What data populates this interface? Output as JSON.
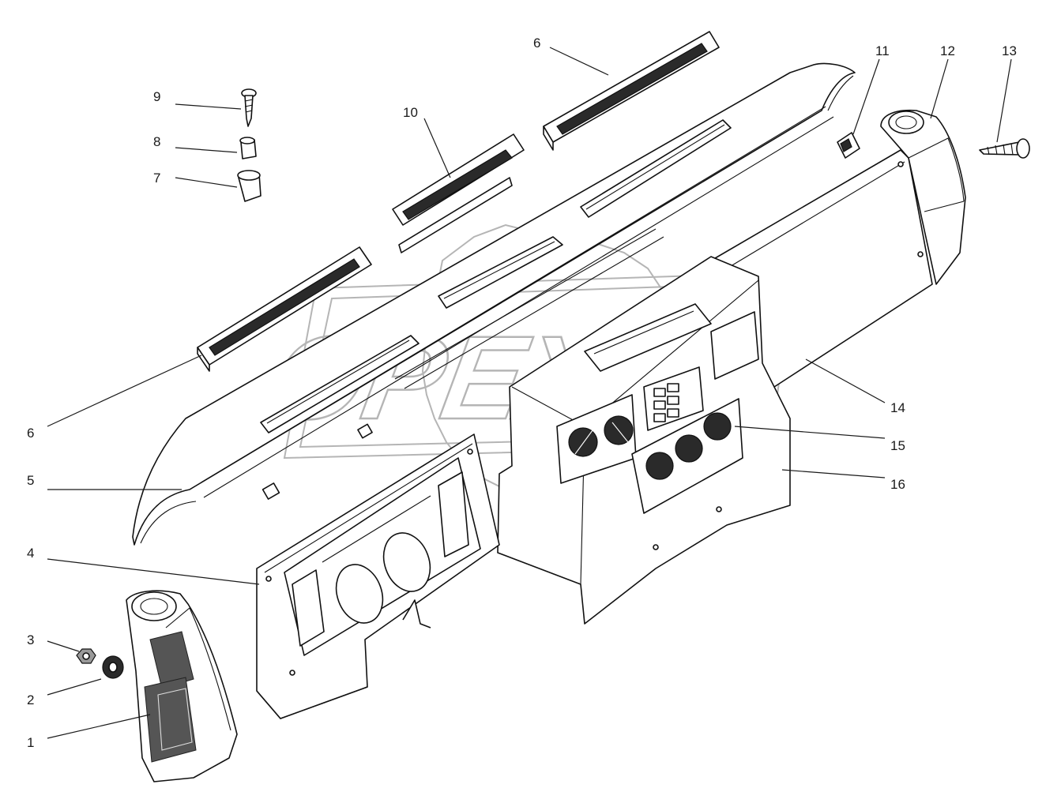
{
  "watermark": {
    "text": "OPEX",
    "color": "#b5b5b5"
  },
  "callouts": [
    {
      "id": "1",
      "label": "1"
    },
    {
      "id": "2",
      "label": "2"
    },
    {
      "id": "3",
      "label": "3"
    },
    {
      "id": "4",
      "label": "4"
    },
    {
      "id": "5",
      "label": "5"
    },
    {
      "id": "6a",
      "label": "6"
    },
    {
      "id": "6b",
      "label": "6"
    },
    {
      "id": "7",
      "label": "7"
    },
    {
      "id": "8",
      "label": "8"
    },
    {
      "id": "9",
      "label": "9"
    },
    {
      "id": "10",
      "label": "10"
    },
    {
      "id": "11",
      "label": "11"
    },
    {
      "id": "12",
      "label": "12"
    },
    {
      "id": "13",
      "label": "13"
    },
    {
      "id": "14",
      "label": "14"
    },
    {
      "id": "15",
      "label": "15"
    },
    {
      "id": "16",
      "label": "16"
    }
  ],
  "colors": {
    "line": "#111111",
    "label": "#1a1a1a",
    "background": "#ffffff"
  }
}
